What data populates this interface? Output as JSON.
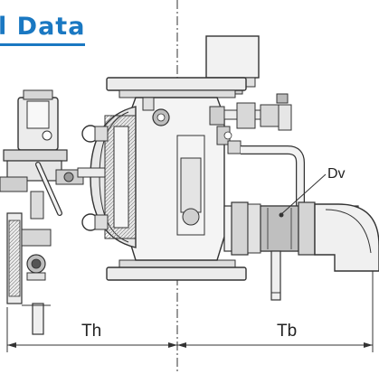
{
  "heading": {
    "text": "l Data"
  },
  "diagram": {
    "callout_label": "Dv",
    "dimension_left_label": "Th",
    "dimension_right_label": "Tb"
  },
  "colors": {
    "heading": "#1a78c2",
    "line": "#333333",
    "fill_light": "#f0f0f0",
    "fill_mid": "#d8d8d8",
    "fill_dark": "#9a9a9a"
  }
}
